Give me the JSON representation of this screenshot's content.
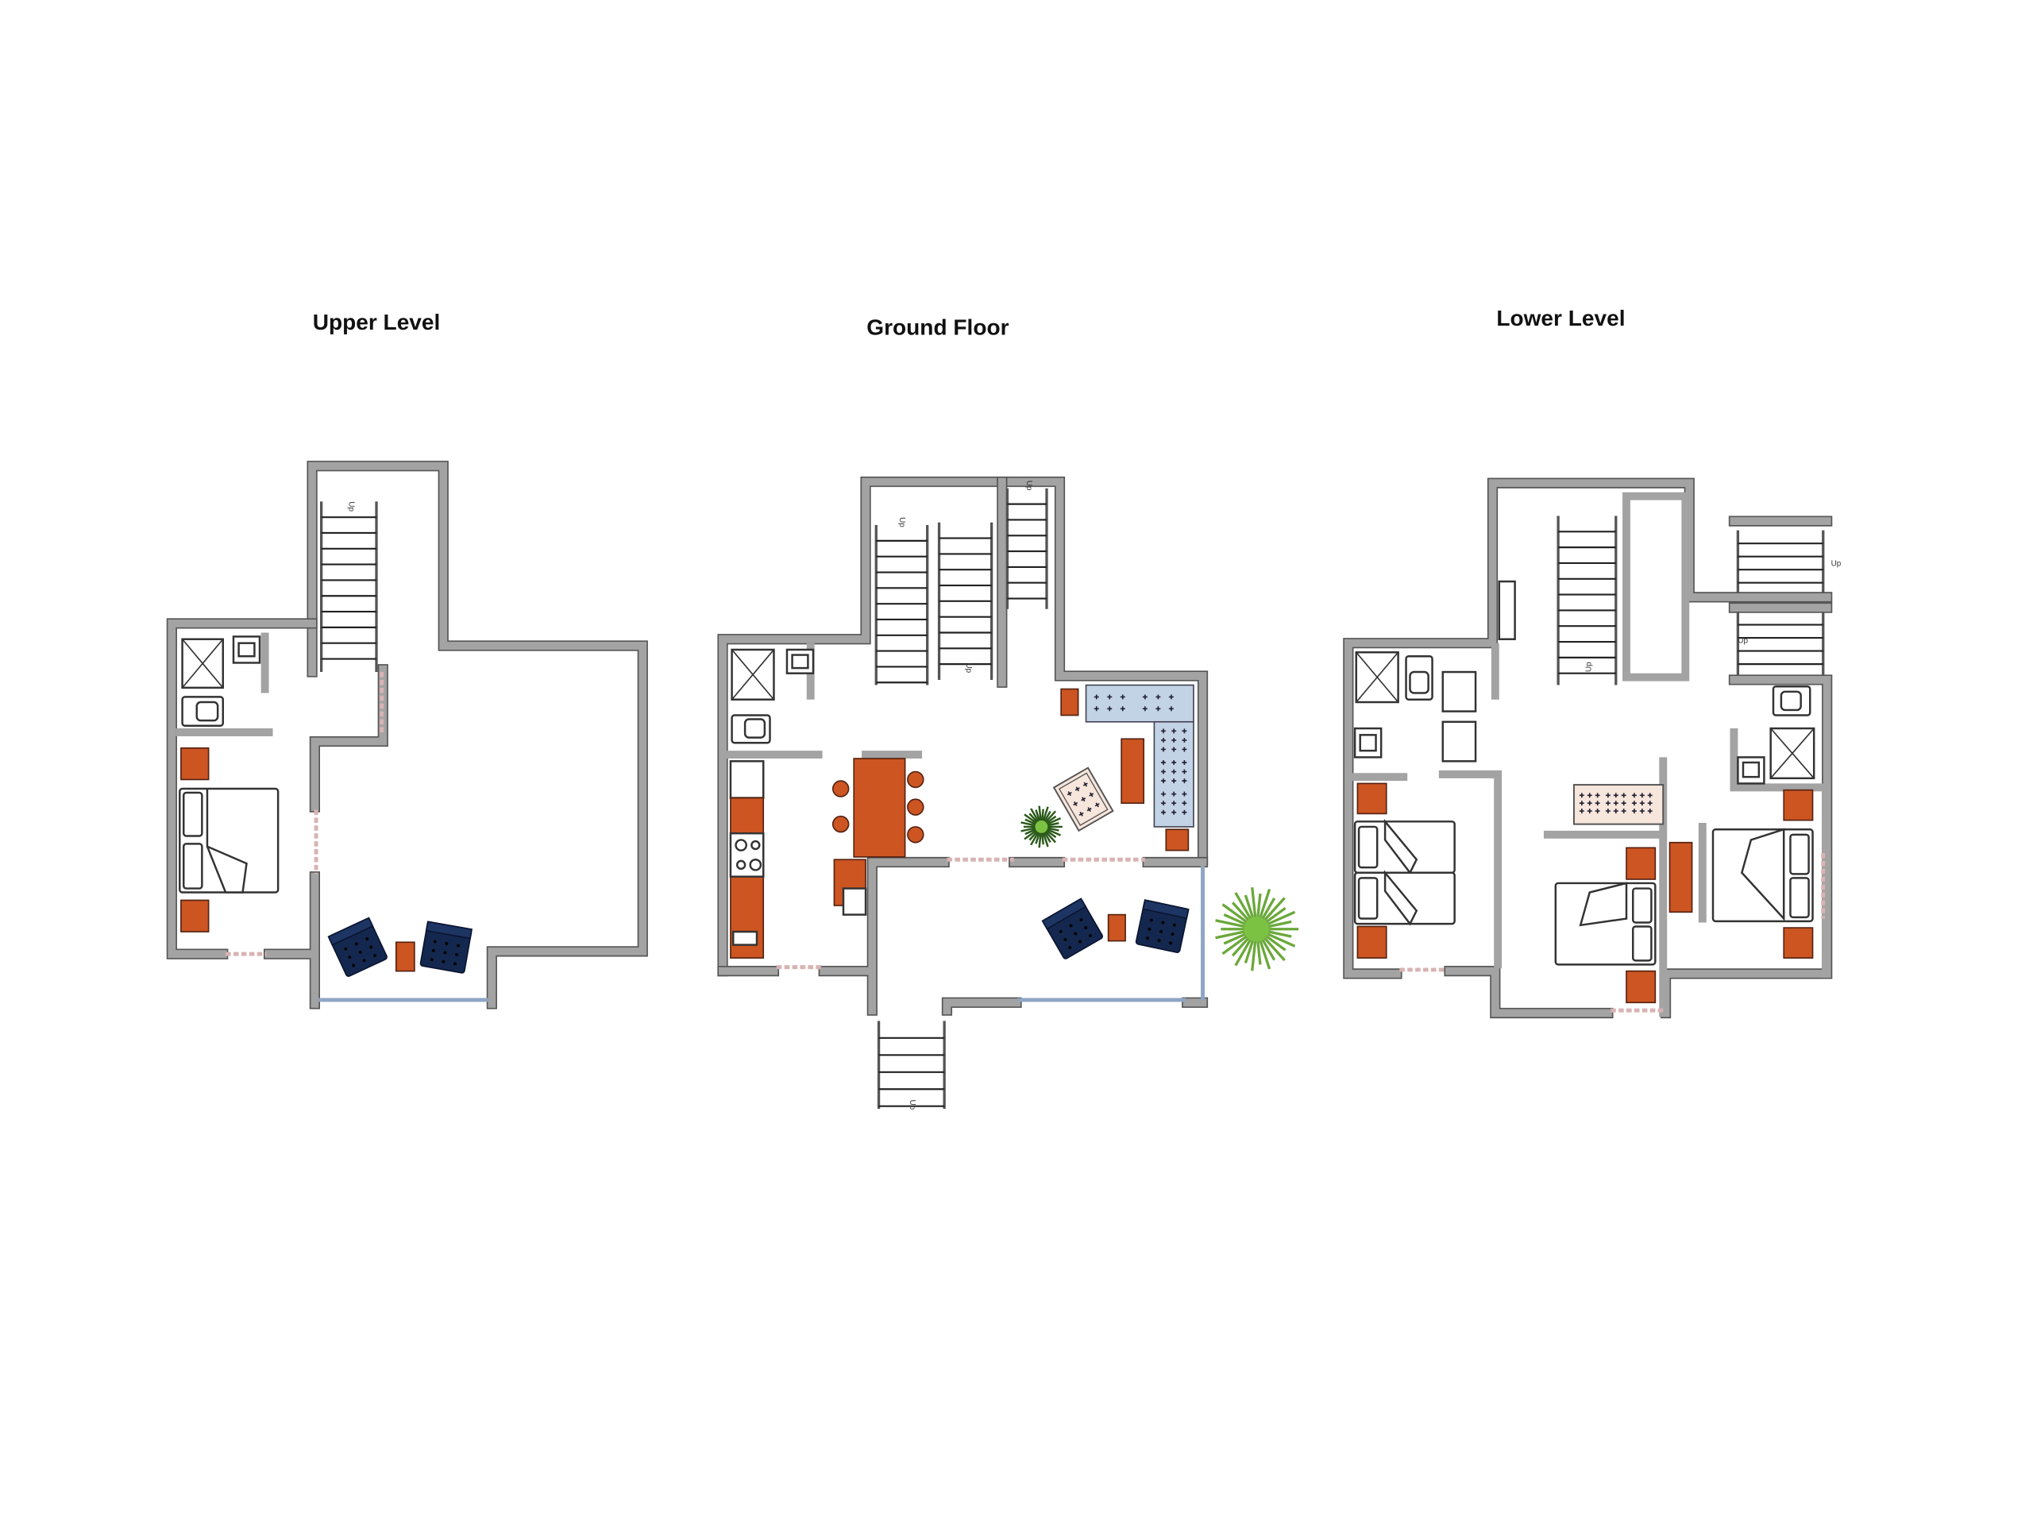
{
  "plans": [
    {
      "title": "Upper Level",
      "stair_labels": [
        "Up"
      ]
    },
    {
      "title": "Ground Floor",
      "stair_labels": [
        "Up",
        "Up",
        "Up",
        "Up"
      ]
    },
    {
      "title": "Lower Level",
      "stair_labels": [
        "Up",
        "Up",
        "Up"
      ]
    }
  ],
  "colors": {
    "wall": "#a3a3a3",
    "furniture_accent": "#cc5522",
    "armchair": "#14284f",
    "sofa": "#c3d3e6",
    "ottoman": "#f7e6dc",
    "plant": "#7cc242"
  }
}
